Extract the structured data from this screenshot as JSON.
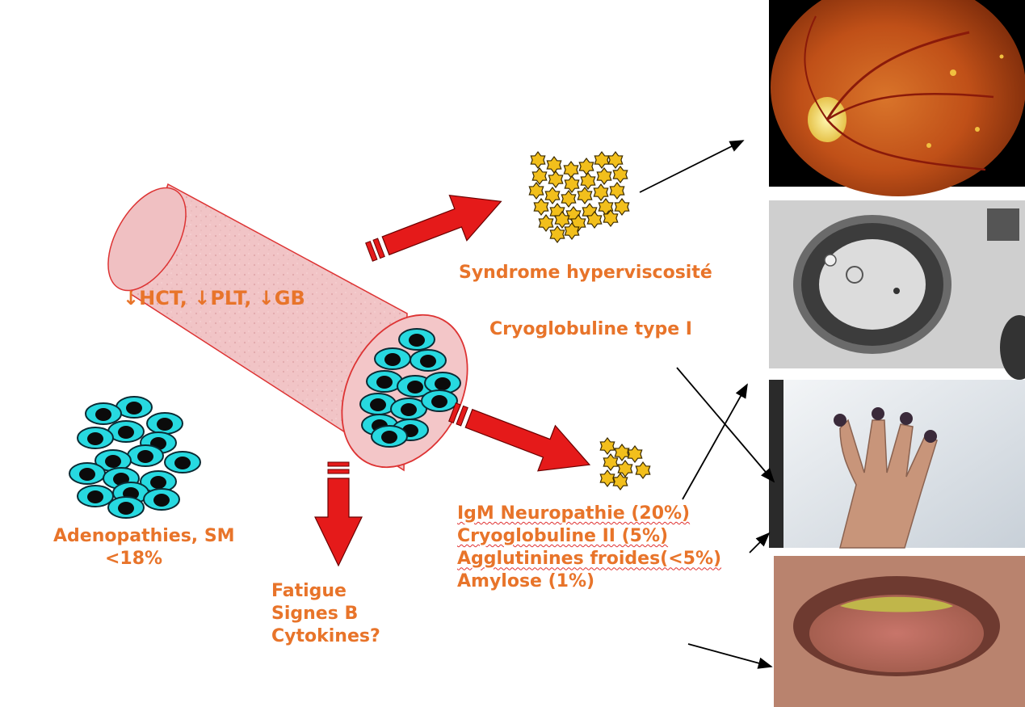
{
  "vessel": {
    "label": "↓HCT, ↓PLT, ↓GB"
  },
  "hyperviscosity": {
    "label": "Syndrome hyperviscosité"
  },
  "cryoglobulin_type1": {
    "label": "Cryoglobuline type I"
  },
  "complications": {
    "lines": [
      "IgM Neuropathie (20%)",
      "Cryoglobuline II (5%)",
      "Agglutinines froides(<5%)",
      "Amylose (1%)"
    ]
  },
  "adenopathies": {
    "line1": "Adenopathies, SM",
    "line2": "<18%"
  },
  "fatigue": {
    "lines": [
      "Fatigue",
      "Signes B",
      "Cytokines?"
    ]
  },
  "colors": {
    "text_orange": "#e8742a",
    "arrow_red": "#e51a1a",
    "cell_cyan": "#27d9e0",
    "star_gold": "#f2bf1c",
    "vessel_pink": "#f1c6c8"
  }
}
